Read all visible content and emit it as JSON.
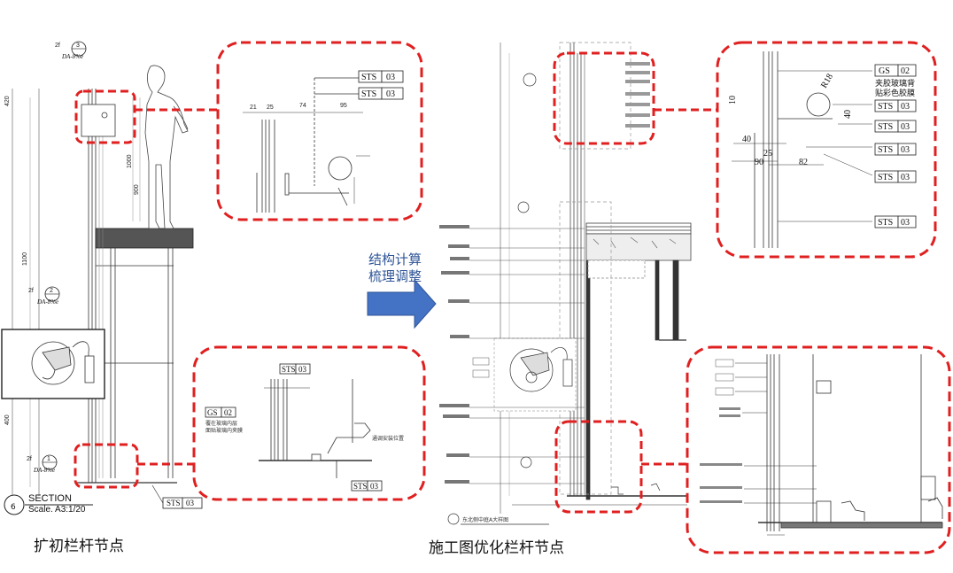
{
  "captions": {
    "left": "扩初栏杆节点",
    "right": "施工图优化栏杆节点",
    "arrow_line1": "结构计算",
    "arrow_line2": "梳理调整"
  },
  "section": {
    "number": "6",
    "title": "SECTION",
    "scale": "Scale.   A3:1/20"
  },
  "detail_refs": [
    {
      "num": "3",
      "code": "DA-8%e"
    },
    {
      "num": "2",
      "code": "DA-8%e"
    },
    {
      "num": "1",
      "code": "DA-8%e"
    }
  ],
  "tags": {
    "sts": "STS",
    "n03": "03",
    "gs": "GS",
    "n02": "02"
  },
  "notes": {
    "left_bottom_gs": "覆在玻璃内层\n面贴玻璃内夹膜",
    "left_bottom_right": "通调安装位置",
    "right_top_gs": "夹胶玻璃背\n贴彩色胶膜",
    "right_title": "东北侧中庭A大样图",
    "r18": "R18"
  },
  "dims": {
    "lt_top": [
      "21",
      "25",
      "74",
      "95"
    ],
    "rt": [
      "40",
      "90",
      "25",
      "82",
      "10",
      "40"
    ]
  },
  "colors": {
    "red_dash": "#e02020",
    "arrow_blue": "#4472c4",
    "floor_dark": "#555555"
  }
}
